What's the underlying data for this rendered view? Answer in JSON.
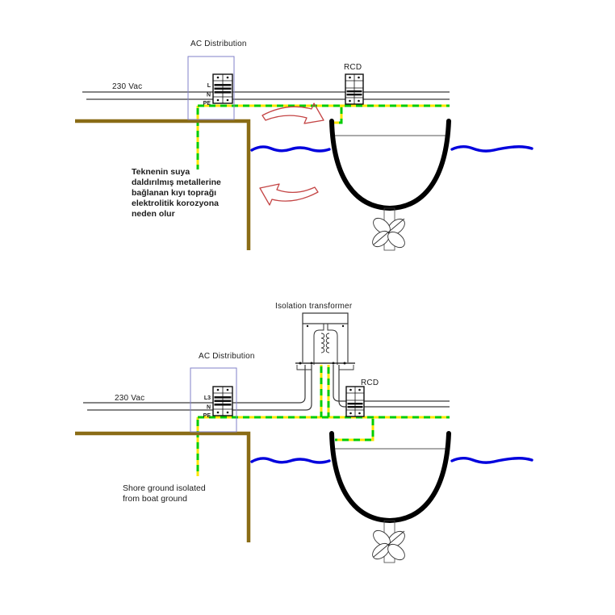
{
  "colors": {
    "wire_yellow": "#ffe600",
    "wire_green": "#00cc00",
    "water_blue": "#0000dd",
    "dock_brown": "#8a6c16",
    "arrow_red": "#c44545",
    "component_blue": "#8282c8",
    "line_dark": "#3a3a3a",
    "hull_black": "#000000"
  },
  "diagram_top": {
    "ac_distribution_label": "AC Distribution",
    "voltage_label": "230 Vac",
    "rcd_label": "RCD",
    "terminals": {
      "line": "L",
      "neutral": "N",
      "earth": "PE"
    },
    "note_lines": [
      "Teknenin suya",
      "daldırılmış metallerine",
      "bağlanan kıyı toprağı",
      "elektrolitik korozyona",
      "neden olur"
    ]
  },
  "diagram_bottom": {
    "transformer_label": "Isolation transformer",
    "ac_distribution_label": "AC Distribution",
    "voltage_label": "230 Vac",
    "rcd_label": "RCD",
    "terminals": {
      "line": "L3",
      "neutral": "N",
      "earth": "PE"
    },
    "note_lines": [
      "Shore ground isolated",
      "from boat ground"
    ]
  }
}
